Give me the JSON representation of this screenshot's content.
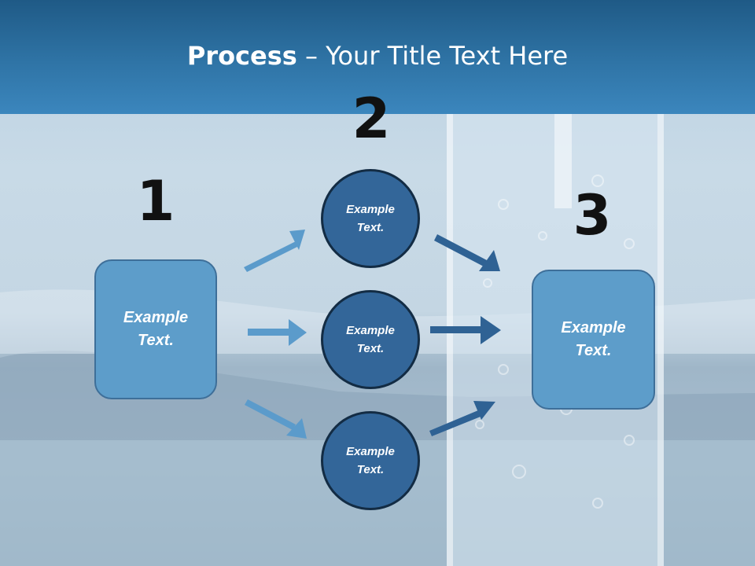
{
  "title": {
    "bold": "Process",
    "rest": " – Your Title Text Here"
  },
  "steps": [
    {
      "number": "1",
      "text": "Example Text."
    },
    {
      "number": "2",
      "items": [
        "Example Text.",
        "Example Text.",
        "Example Text."
      ]
    },
    {
      "number": "3",
      "text": "Example Text."
    }
  ],
  "colors": {
    "header": "#2f74a6",
    "box": "#5d9dca",
    "circle": "#336699",
    "arrow_light": "#5b9bcb",
    "arrow_dark": "#2f6294"
  }
}
